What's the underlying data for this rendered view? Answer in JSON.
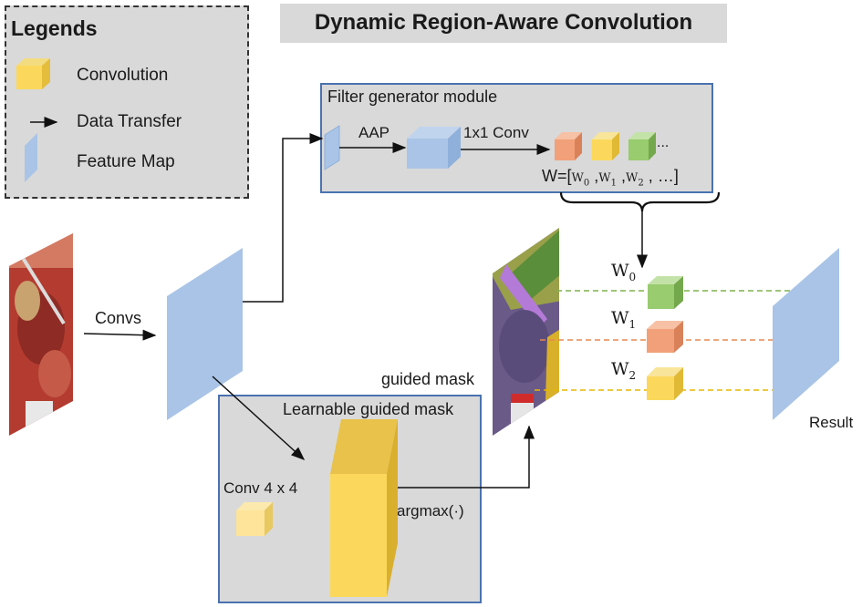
{
  "title": "Dynamic Region-Aware Convolution",
  "legend": {
    "heading": "Legends",
    "items": [
      {
        "label": "Convolution",
        "icon": "yellow-cube-icon"
      },
      {
        "label": "Data Transfer",
        "icon": "arrow-icon"
      },
      {
        "label": "Feature Map",
        "icon": "blue-plane-icon"
      }
    ]
  },
  "filter_module": {
    "label": "Filter generator module",
    "aap": "AAP",
    "conv": "1x1 Conv",
    "ellipsis": "...",
    "weights_prefix": "W=[",
    "w0": "W",
    "w0_sub": "0",
    "w1": "W",
    "w1_sub": "1",
    "w2": "W",
    "w2_sub": "2",
    "weights_suffix": "…]"
  },
  "convs_label": "Convs",
  "mask_module": {
    "label": "Learnable guided mask",
    "conv": "Conv 4 x 4",
    "argmax": "argmax(·)"
  },
  "guided_mask_label": "guided mask",
  "outputs": [
    {
      "w": "W",
      "sub": "0",
      "color": "#7fb24e"
    },
    {
      "w": "W",
      "sub": "1",
      "color": "#e58a52"
    },
    {
      "w": "W",
      "sub": "2",
      "color": "#e5b800"
    }
  ],
  "result_label": "Result",
  "colors": {
    "panel_bg": "#d9d9d9",
    "panel_border": "#4a72b0",
    "feature_blue": "#a9c4e6",
    "yellow": "#fbd85c",
    "green": "#98cc6f",
    "orange": "#f2a07a"
  }
}
